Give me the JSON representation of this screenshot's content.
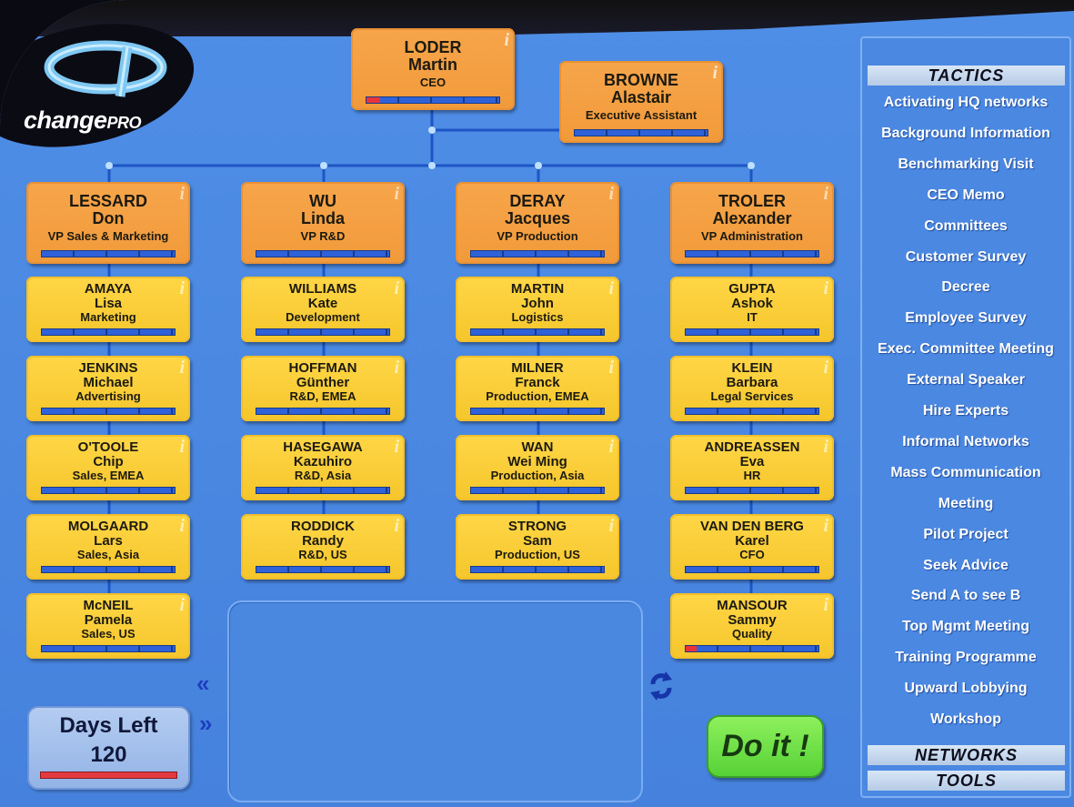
{
  "logo": {
    "brand": "change",
    "suffix": "PRO"
  },
  "executives": [
    {
      "last": "LODER",
      "first": "Martin",
      "title": "CEO",
      "info": "i",
      "progress": 0.1
    },
    {
      "last": "BROWNE",
      "first": "Alastair",
      "title": "Executive Assistant",
      "info": "i",
      "progress": 0
    }
  ],
  "vps": [
    {
      "last": "LESSARD",
      "first": "Don",
      "title": "VP Sales & Marketing",
      "info": "i",
      "progress": 0
    },
    {
      "last": "WU",
      "first": "Linda",
      "title": "VP R&D",
      "info": "i",
      "progress": 0
    },
    {
      "last": "DERAY",
      "first": "Jacques",
      "title": "VP Production",
      "info": "i",
      "progress": 0
    },
    {
      "last": "TROLER",
      "first": "Alexander",
      "title": "VP Administration",
      "info": "i",
      "progress": 0
    }
  ],
  "staff": [
    [
      {
        "last": "AMAYA",
        "first": "Lisa",
        "title": "Marketing",
        "info": "i",
        "progress": 0
      },
      {
        "last": "JENKINS",
        "first": "Michael",
        "title": "Advertising",
        "info": "i",
        "progress": 0
      },
      {
        "last": "O'TOOLE",
        "first": "Chip",
        "title": "Sales, EMEA",
        "info": "i",
        "progress": 0
      },
      {
        "last": "MOLGAARD",
        "first": "Lars",
        "title": "Sales, Asia",
        "info": "i",
        "progress": 0
      },
      {
        "last": "McNEIL",
        "first": "Pamela",
        "title": "Sales, US",
        "info": "i",
        "progress": 0
      }
    ],
    [
      {
        "last": "WILLIAMS",
        "first": "Kate",
        "title": "Development",
        "info": "i",
        "progress": 0
      },
      {
        "last": "HOFFMAN",
        "first": "Günther",
        "title": "R&D, EMEA",
        "info": "i",
        "progress": 0
      },
      {
        "last": "HASEGAWA",
        "first": "Kazuhiro",
        "title": "R&D, Asia",
        "info": "i",
        "progress": 0
      },
      {
        "last": "RODDICK",
        "first": "Randy",
        "title": "R&D, US",
        "info": "i",
        "progress": 0
      }
    ],
    [
      {
        "last": "MARTIN",
        "first": "John",
        "title": "Logistics",
        "info": "i",
        "progress": 0
      },
      {
        "last": "MILNER",
        "first": "Franck",
        "title": "Production, EMEA",
        "info": "i",
        "progress": 0
      },
      {
        "last": "WAN",
        "first": "Wei Ming",
        "title": "Production, Asia",
        "info": "i",
        "progress": 0
      },
      {
        "last": "STRONG",
        "first": "Sam",
        "title": "Production, US",
        "info": "i",
        "progress": 0
      }
    ],
    [
      {
        "last": "GUPTA",
        "first": "Ashok",
        "title": "IT",
        "info": "i",
        "progress": 0
      },
      {
        "last": "KLEIN",
        "first": "Barbara",
        "title": "Legal Services",
        "info": "i",
        "progress": 0
      },
      {
        "last": "ANDREASSEN",
        "first": "Eva",
        "title": "HR",
        "info": "i",
        "progress": 0
      },
      {
        "last": "VAN DEN BERG",
        "first": "Karel",
        "title": "CFO",
        "info": "i",
        "progress": 0
      },
      {
        "last": "MANSOUR",
        "first": "Sammy",
        "title": "Quality",
        "info": "i",
        "progress": 0.08
      }
    ]
  ],
  "nav": {
    "prev": "«",
    "next": "»"
  },
  "days_left": {
    "label": "Days Left",
    "value": "120"
  },
  "do_it": "Do it !",
  "sidebar": {
    "tactics_header": "TACTICS",
    "tactics": [
      "Activating HQ networks",
      "Background Information",
      "Benchmarking Visit",
      "CEO Memo",
      "Committees",
      "Customer Survey",
      "Decree",
      "Employee Survey",
      "Exec. Committee Meeting",
      "External Speaker",
      "Hire Experts",
      "Informal Networks",
      "Mass Communication",
      "Meeting",
      "Pilot Project",
      "Seek Advice",
      "Send A to see B",
      "Top Mgmt Meeting",
      "Training Programme",
      "Upward Lobbying",
      "Workshop"
    ],
    "networks_header": "NETWORKS",
    "tools_header": "TOOLS"
  },
  "colors": {
    "background": "#4a88e2",
    "vp_card": "#f19a3a",
    "staff_card": "#f5c62c",
    "progress_fill": "#e8333a",
    "do_it": "#56d236"
  }
}
